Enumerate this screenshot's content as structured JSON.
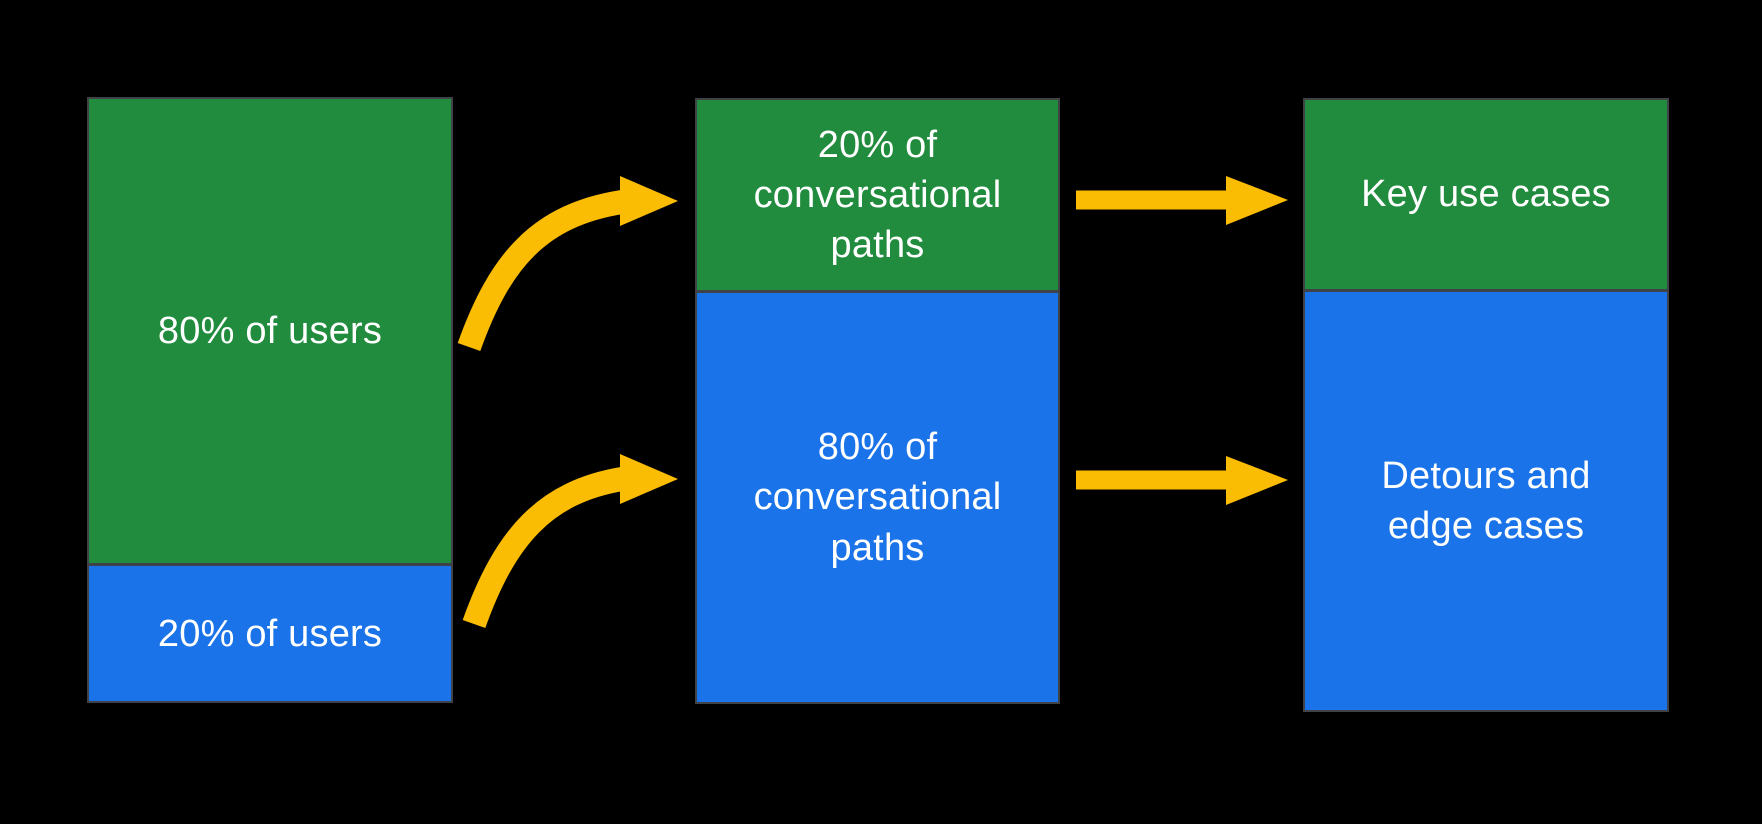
{
  "diagram": {
    "description": "Flow diagram mapping user share to conversational path share to design focus areas",
    "colors": {
      "background": "#000000",
      "green": "#218c3e",
      "blue": "#1a73e8",
      "arrow": "#fbbc04",
      "border": "#3f4347",
      "text": "#ffffff"
    },
    "columns": [
      {
        "name": "users",
        "segments": [
          {
            "label": "80% of users",
            "color": "#218c3e",
            "height_pct": 77.5
          },
          {
            "label": "20% of users",
            "color": "#1a73e8",
            "height_pct": 22.5
          }
        ]
      },
      {
        "name": "conversational-paths",
        "segments": [
          {
            "label": "20% of conversational paths",
            "color": "#218c3e",
            "height_pct": 31.7
          },
          {
            "label": "80% of conversational paths",
            "color": "#1a73e8",
            "height_pct": 68.3
          }
        ]
      },
      {
        "name": "focus-areas",
        "segments": [
          {
            "label": "Key use cases",
            "color": "#218c3e",
            "height_pct": 31.1
          },
          {
            "label": "Detours and edge cases",
            "color": "#1a73e8",
            "height_pct": 68.9
          }
        ]
      }
    ],
    "arrows": [
      {
        "name": "80% of users → 20% of conversational paths",
        "type": "curved"
      },
      {
        "name": "20% of users → 80% of conversational paths",
        "type": "curved"
      },
      {
        "name": "20% of conversational paths → Key use cases",
        "type": "straight"
      },
      {
        "name": "80% of conversational paths → Detours and edge cases",
        "type": "straight"
      }
    ]
  }
}
